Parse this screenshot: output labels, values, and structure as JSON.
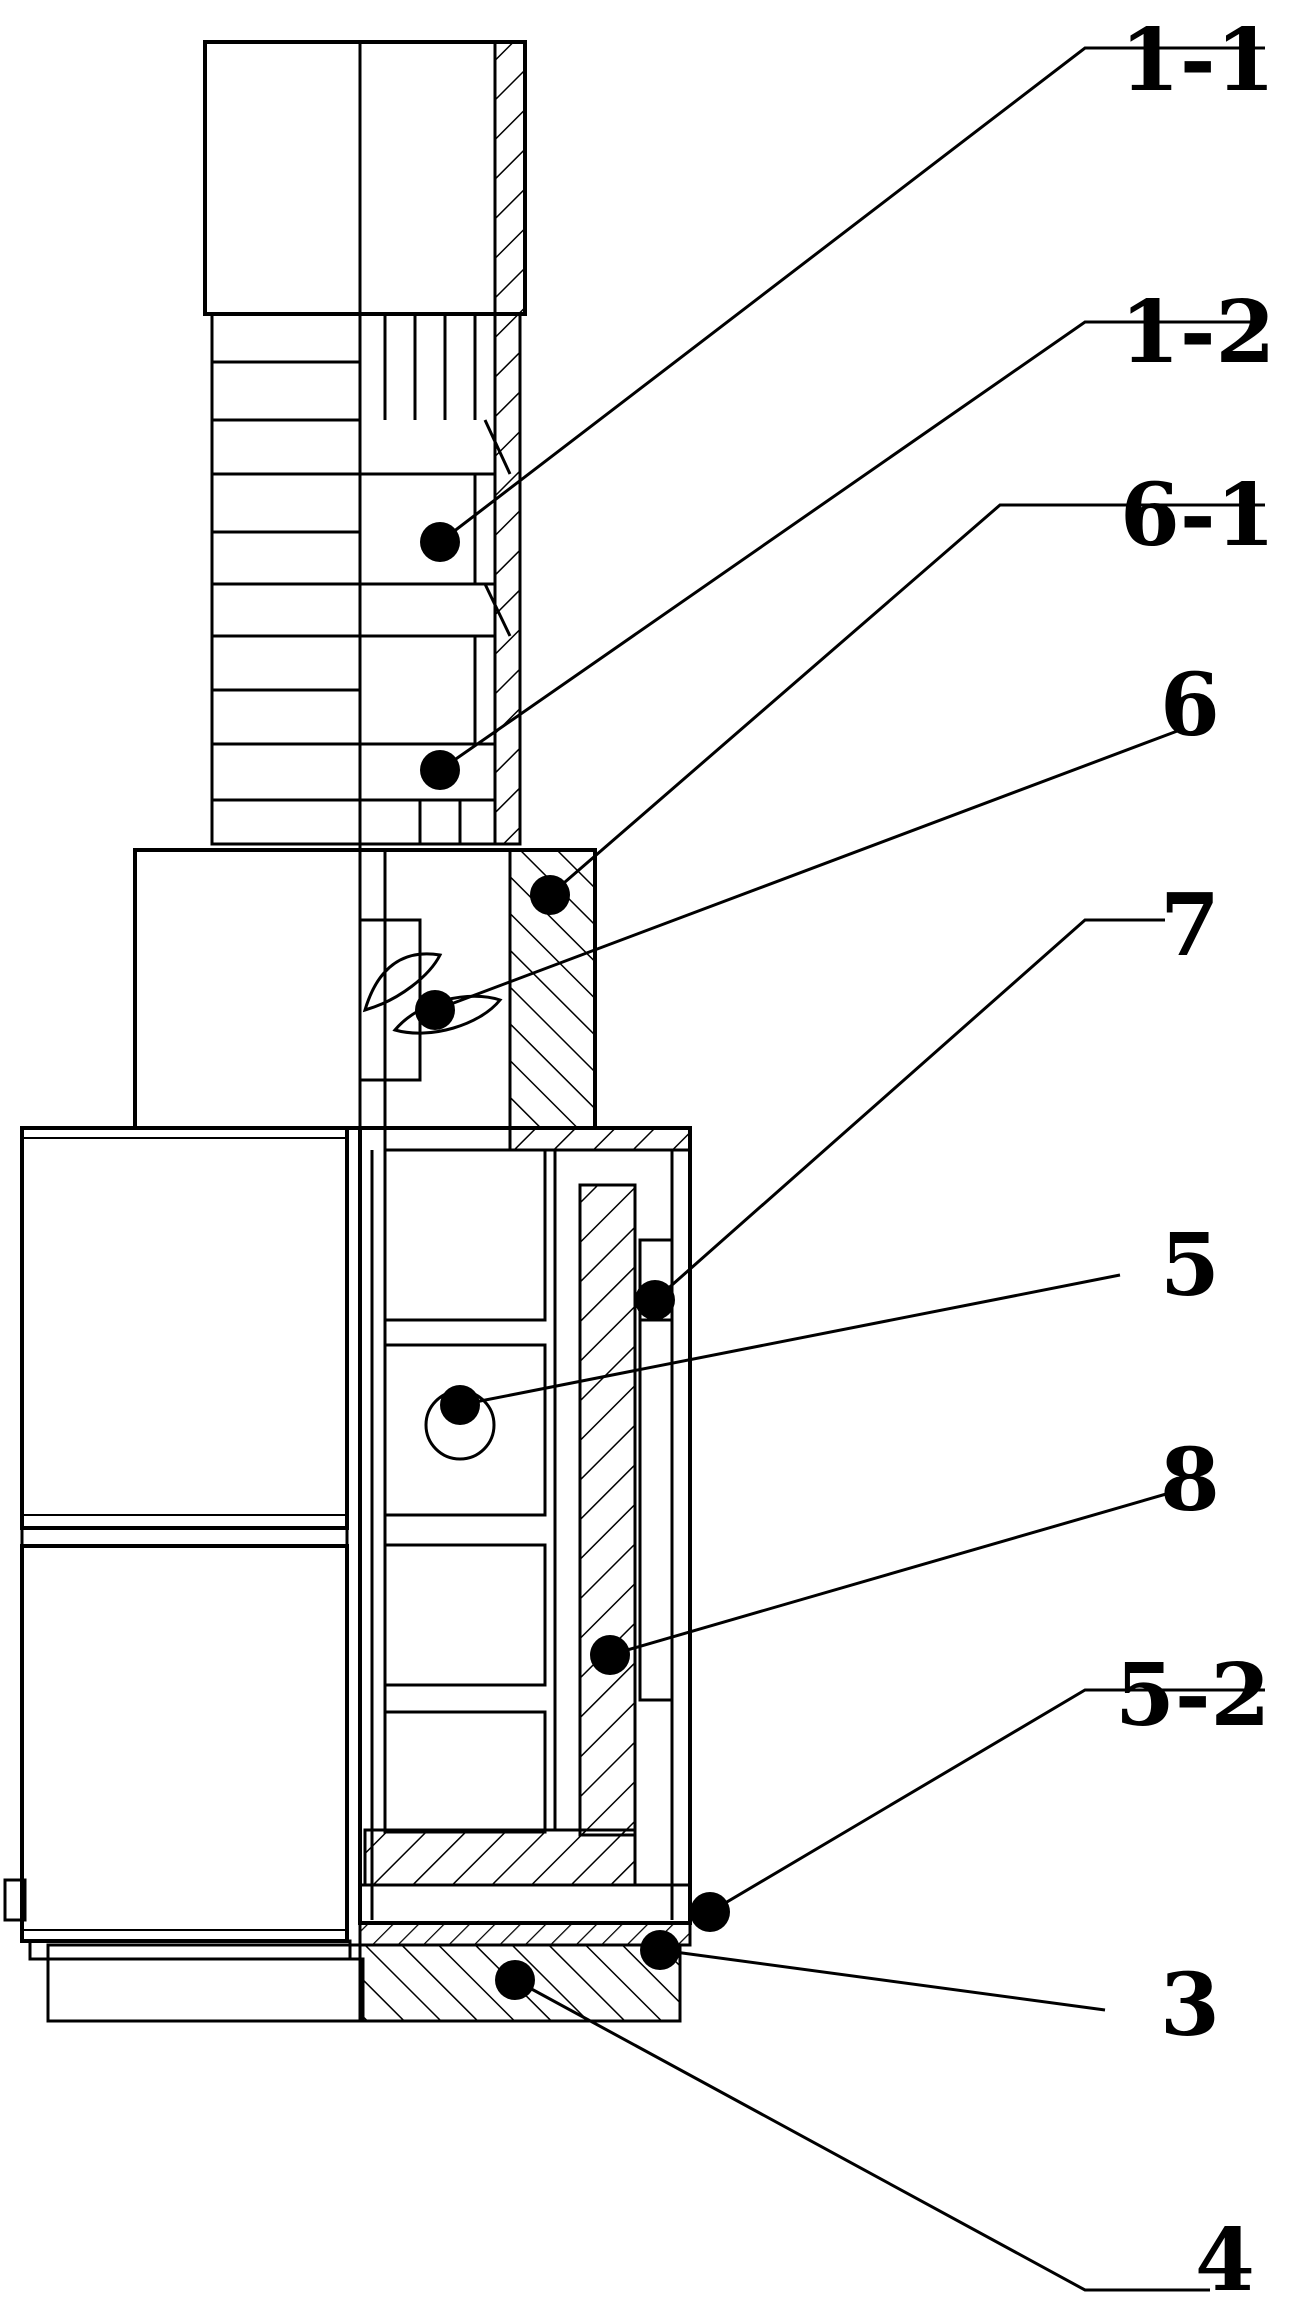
{
  "diagram": {
    "labels": [
      {
        "id": "1-1",
        "text": "1-1"
      },
      {
        "id": "1-2",
        "text": "1-2"
      },
      {
        "id": "6-1",
        "text": "6-1"
      },
      {
        "id": "6",
        "text": "6"
      },
      {
        "id": "7",
        "text": "7"
      },
      {
        "id": "5",
        "text": "5"
      },
      {
        "id": "8",
        "text": "8"
      },
      {
        "id": "5-2",
        "text": "5-2"
      },
      {
        "id": "3",
        "text": "3"
      },
      {
        "id": "4",
        "text": "4"
      }
    ]
  }
}
